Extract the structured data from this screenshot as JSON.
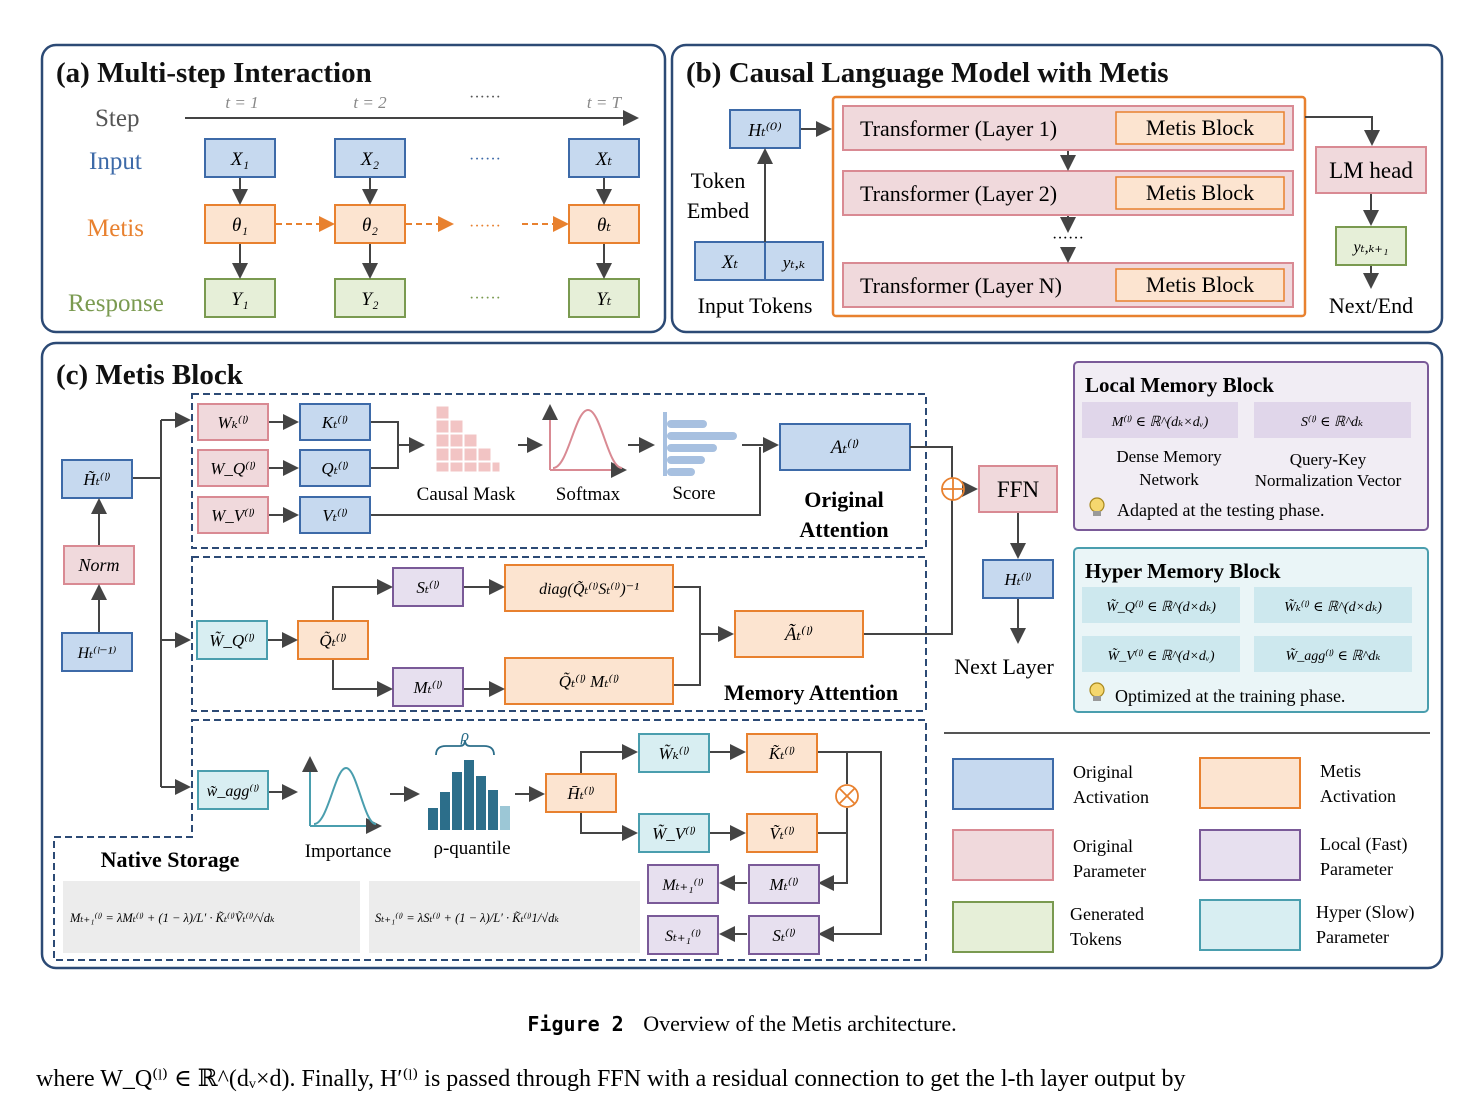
{
  "panel_a": {
    "title": "(a) Multi-step Interaction",
    "rows": {
      "step": "Step",
      "input": "Input",
      "metis": "Metis",
      "response": "Response"
    },
    "steps": [
      "t = 1",
      "t = 2",
      "t = T"
    ],
    "inputs": [
      "X₁",
      "X₂",
      "Xₜ"
    ],
    "thetas": [
      "θ₁",
      "θ₂",
      "θₜ"
    ],
    "responses": [
      "Y₁",
      "Y₂",
      "Yₜ"
    ],
    "dots": "······"
  },
  "panel_b": {
    "title": "(b) Causal Language Model with Metis",
    "h0": "Hₜ⁽⁰⁾",
    "token_embed": [
      "Token",
      "Embed"
    ],
    "input_tokens": "Input Tokens",
    "x_token": "Xₜ",
    "y_token": "yₜ,ₖ",
    "layers": [
      "Transformer (Layer 1)",
      "Transformer (Layer 2)",
      "Transformer (Layer N)"
    ],
    "metis_block": "Metis Block",
    "lm_head": "LM head",
    "y_next": "yₜ,ₖ₊₁",
    "next_end": "Next/End",
    "dots": "······"
  },
  "panel_c": {
    "title": "(c) Metis Block",
    "h_tilde": "H̃ₜ⁽ˡ⁾",
    "norm": "Norm",
    "h_prev": "Hₜ⁽ˡ⁻¹⁾",
    "wk": "Wₖ⁽ˡ⁾",
    "wq": "W_Q⁽ˡ⁾",
    "wv": "W_V⁽ˡ⁾",
    "kt": "Kₜ⁽ˡ⁾",
    "qt": "Qₜ⁽ˡ⁾",
    "vt": "Vₜ⁽ˡ⁾",
    "causal_mask": "Causal Mask",
    "softmax": "Softmax",
    "score": "Score",
    "at": "Aₜ⁽ˡ⁾",
    "original_attention": [
      "Original",
      "Attention"
    ],
    "wq_tilde": "W̃_Q⁽ˡ⁾",
    "qt_tilde": "Q̃ₜ⁽ˡ⁾",
    "st": "Sₜ⁽ˡ⁾",
    "mt": "Mₜ⁽ˡ⁾",
    "diag": "diag(Q̃ₜ⁽ˡ⁾Sₜ⁽ˡ⁾)⁻¹",
    "qm": "Q̃ₜ⁽ˡ⁾ Mₜ⁽ˡ⁾",
    "at_tilde": "Ãₜ⁽ˡ⁾",
    "memory_attention": "Memory Attention",
    "ffn": "FFN",
    "ht": "Hₜ⁽ˡ⁾",
    "next_layer": "Next Layer",
    "w_agg": "w̃_agg⁽ˡ⁾",
    "importance": "Importance",
    "rho": "ρ",
    "rho_quantile": "ρ-quantile",
    "h_bar": "H̄ₜ⁽ˡ⁾",
    "wk_tilde": "W̃ₖ⁽ˡ⁾",
    "wv_tilde": "W̃_V⁽ˡ⁾",
    "kt_tilde": "K̃ₜ⁽ˡ⁾",
    "vt_tilde": "Ṽₜ⁽ˡ⁾",
    "m_next": "Mₜ₊₁⁽ˡ⁾",
    "s_next": "Sₜ₊₁⁽ˡ⁾",
    "native_storage": "Native Storage",
    "eq_m": "Mₜ₊₁⁽ˡ⁾ = λMₜ⁽ˡ⁾ + (1 − λ)/L′ · K̃ₜ⁽ˡ⁾Ṽₜ⁽ˡ⁾/√dₖ",
    "eq_s": "Sₜ₊₁⁽ˡ⁾ = λSₜ⁽ˡ⁾ + (1 − λ)/L′ · K̃ₜ⁽ˡ⁾1/√dₖ"
  },
  "local_memory": {
    "title": "Local Memory Block",
    "m": "M⁽ˡ⁾ ∈ ℝ^(dₖ×dᵥ)",
    "s": "S⁽ˡ⁾ ∈ ℝ^dₖ",
    "m_label": [
      "Dense Memory",
      "Network"
    ],
    "s_label": [
      "Query-Key",
      "Normalization Vector"
    ],
    "note": "Adapted at the testing phase."
  },
  "hyper_memory": {
    "title": "Hyper Memory Block",
    "wq": "W̃_Q⁽ˡ⁾ ∈ ℝ^(d×dₖ)",
    "wk": "W̃ₖ⁽ˡ⁾ ∈ ℝ^(d×dₖ)",
    "wv": "W̃_V⁽ˡ⁾ ∈ ℝ^(d×dᵥ)",
    "wagg": "W̃_agg⁽ˡ⁾ ∈ ℝ^dₖ",
    "note": "Optimized at the training phase."
  },
  "legend": [
    {
      "label": [
        "Original",
        "Activation"
      ],
      "fill": "#c6d9ef",
      "stroke": "#3d6aa8"
    },
    {
      "label": [
        "Metis",
        "Activation"
      ],
      "fill": "#fce4d0",
      "stroke": "#e8812f"
    },
    {
      "label": [
        "Original",
        "Parameter"
      ],
      "fill": "#f0d9dc",
      "stroke": "#d98a93"
    },
    {
      "label": [
        "Local (Fast)",
        "Parameter"
      ],
      "fill": "#e7e0ef",
      "stroke": "#7a5a98"
    },
    {
      "label": [
        "Generated",
        "Tokens"
      ],
      "fill": "#e6efd8",
      "stroke": "#7a9a50"
    },
    {
      "label": [
        "Hyper (Slow)",
        "Parameter"
      ],
      "fill": "#d8eef2",
      "stroke": "#4a9eae"
    }
  ],
  "caption": {
    "label": "Figure 2",
    "text": "Overview of the Metis architecture."
  },
  "body_text": "where W_Q⁽ˡ⁾ ∈ ℝ^(dᵥ×d). Finally, H′⁽ˡ⁾ is passed through FFN with a residual connection to get the l-th layer output by",
  "colors": {
    "panel_border": "#2c4a75",
    "blue_fill": "#c6d9ef",
    "blue_stroke": "#3d6aa8",
    "orange_fill": "#fce4d0",
    "orange_stroke": "#e8812f",
    "pink_fill": "#f0d9dc",
    "pink_stroke": "#d98a93",
    "purple_fill": "#e7e0ef",
    "purple_stroke": "#7a5a98",
    "green_fill": "#e6efd8",
    "green_stroke": "#7a9a50",
    "cyan_fill": "#d8eef2",
    "cyan_stroke": "#4a9eae",
    "input_text": "#3d6aa8",
    "metis_text": "#e8812f",
    "response_text": "#7a9a50"
  }
}
